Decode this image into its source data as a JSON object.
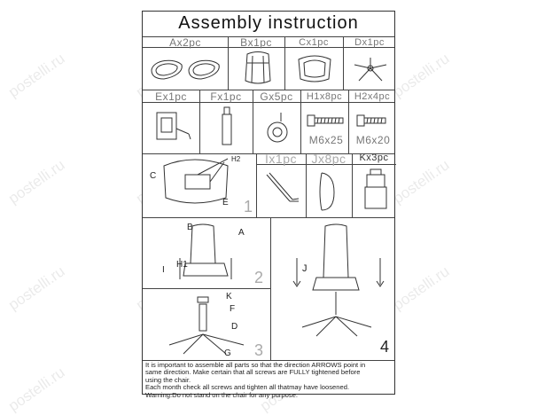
{
  "document": {
    "title": "Assembly  instruction",
    "row1": [
      "Ax2pc",
      "Bx1pc",
      "Cx1pc",
      "Dx1pc"
    ],
    "row2": [
      "Ex1pc",
      "Fx1pc",
      "Gx5pc",
      "H1x8pc",
      "H2x4pc"
    ],
    "h1_size": "M6x25",
    "h2_size": "M6x20",
    "row3": [
      "Ix1pc",
      "Jx8pc",
      "Kx3pc"
    ],
    "step1_marks": {
      "c": "C",
      "e": "E",
      "h2": "H2",
      "num": "1"
    },
    "step2_marks": {
      "b": "B",
      "a": "A",
      "i": "I",
      "h1": "H1",
      "num": "2"
    },
    "step3_marks": {
      "k": "K",
      "f": "F",
      "d": "D",
      "g": "G",
      "num": "3"
    },
    "step4_marks": {
      "j": "J",
      "num": "4"
    },
    "notes": [
      "It is important to assemble all parts so that the direction ARROWS  point in",
      "    same direction. Make certain that all screws are FULLY tightened before",
      "using the chair.",
      "Each month check all screws and tighten all thatmay have loosened.",
      " Warning:Do not stand on the chair for any purpose."
    ]
  },
  "watermark": {
    "text": "postelli.ru"
  }
}
